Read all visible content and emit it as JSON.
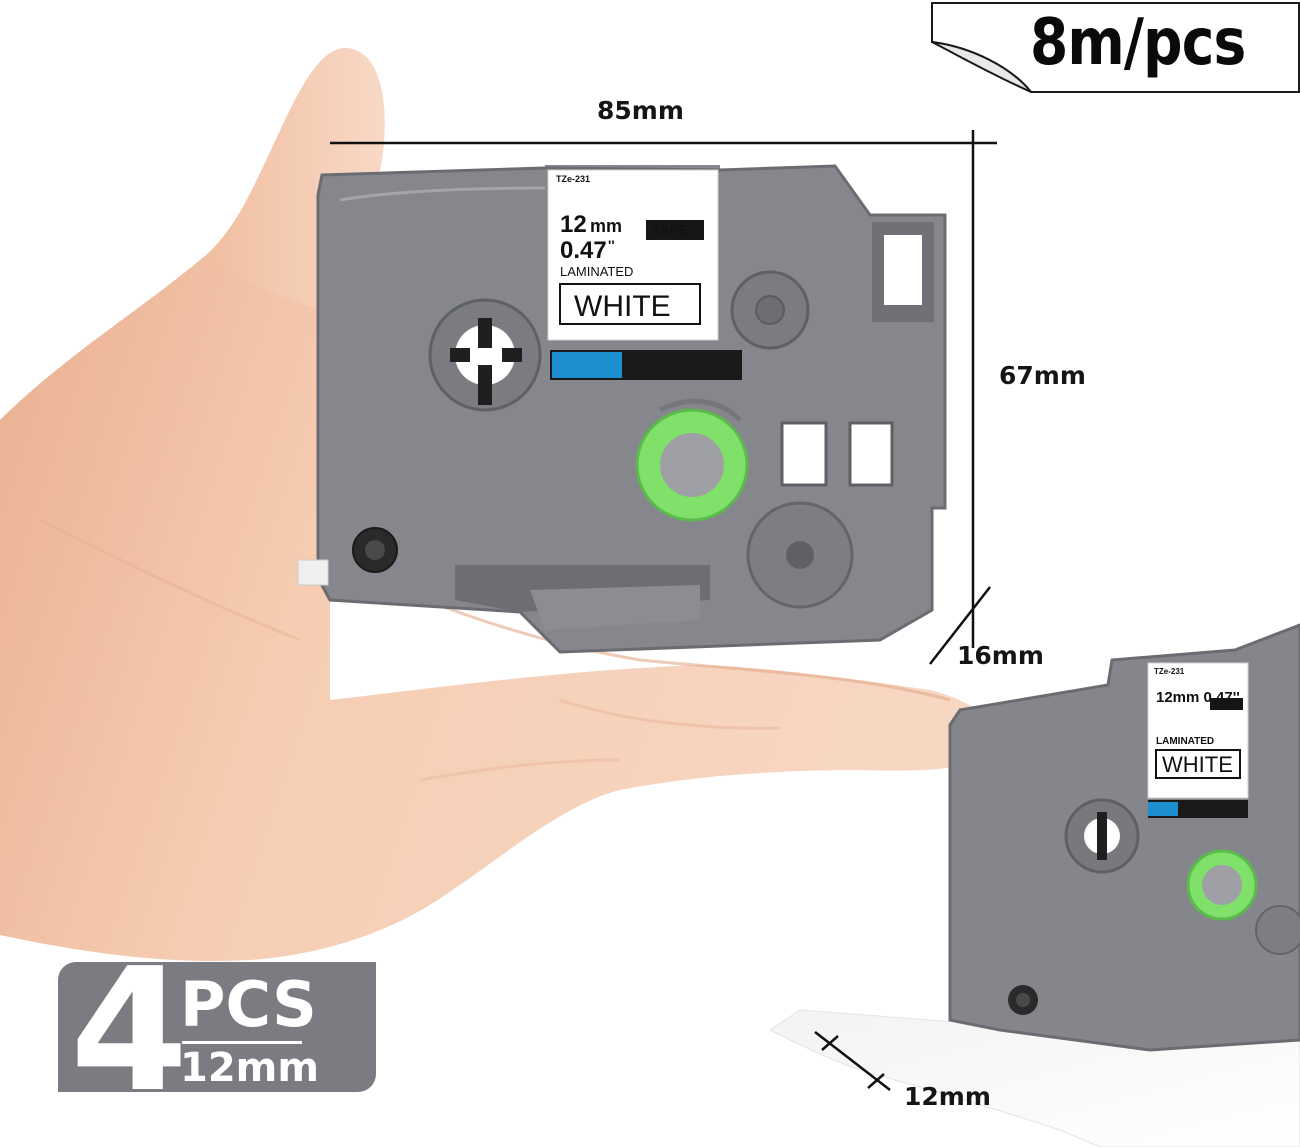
{
  "badge_top": {
    "text": "8m/pcs"
  },
  "dimensions": {
    "width": "85mm",
    "height": "67mm",
    "depth": "16mm",
    "tape_width": "12mm"
  },
  "cartridge_label": {
    "code": "TZe-231",
    "size": "12mm 0.47''",
    "size_mm": "12",
    "size_mm_unit": "mm",
    "size_in": "0.47",
    "size_in_unit": "''",
    "tag": "TAPE",
    "type": "LAMINATED",
    "color_name": "WHITE"
  },
  "pcs_badge": {
    "count": "4",
    "unit": "PCS",
    "size": "12mm"
  },
  "colors": {
    "cartridge_gray": "#85878c",
    "cartridge_dark": "#6a6c71",
    "spool_green": "#7fe06a",
    "tape_blue": "#1d8fd1",
    "skin": "#f3c6a8",
    "badge_gray": "#7b7c82"
  }
}
